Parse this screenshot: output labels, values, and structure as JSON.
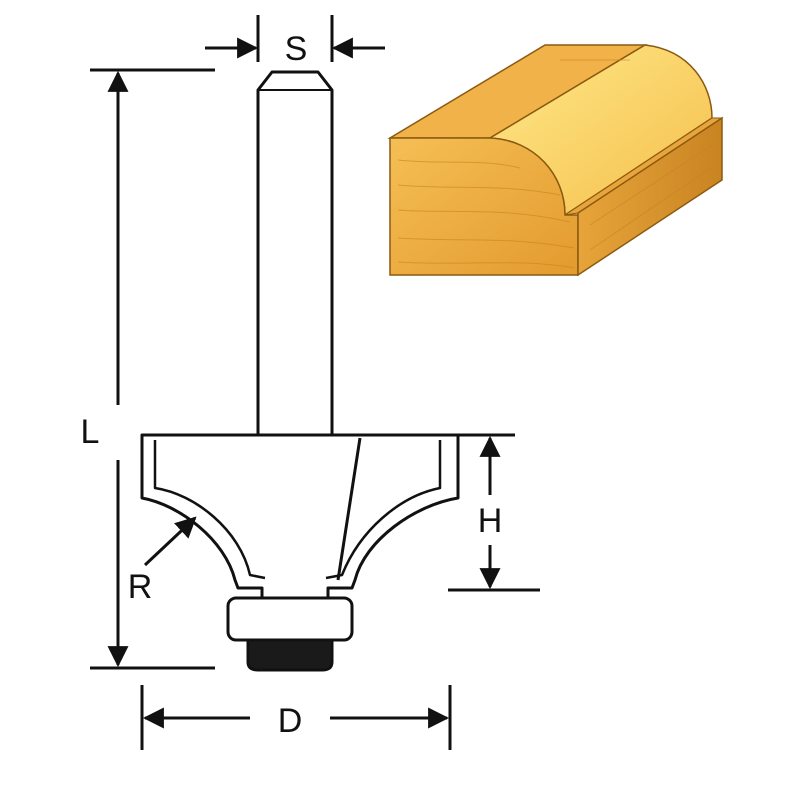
{
  "labels": {
    "shank_diameter": "S",
    "overall_length": "L",
    "cutting_height": "H",
    "radius": "R",
    "cutting_diameter": "D"
  },
  "colors": {
    "line": "#111111",
    "wood_light": "#F7C660",
    "wood_mid": "#EDA73A",
    "wood_dark": "#C7811E",
    "profile_highlight": "#FFE27A",
    "bearing": "#1a1a1a"
  }
}
